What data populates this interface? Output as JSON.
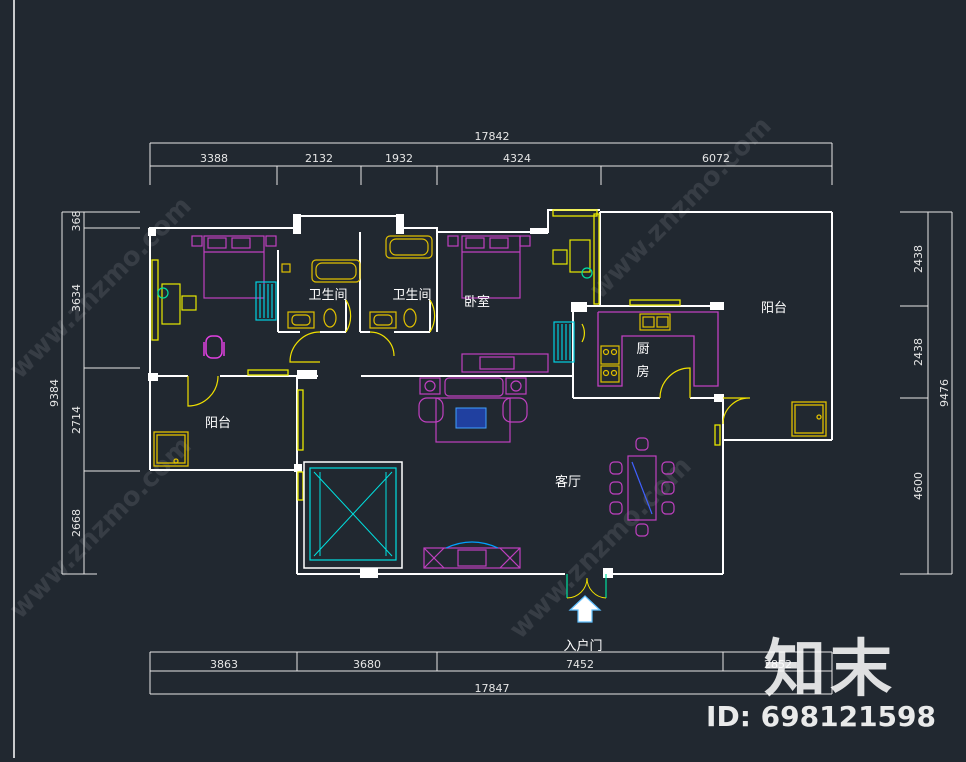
{
  "colors": {
    "background": "#212830",
    "wall": "#ffffff",
    "window": "#e8e800",
    "door": "#f0e000",
    "furniture_bed": "#c040c0",
    "fixture_bath": "#e0c000",
    "cyan_item": "#00e0e0",
    "dimension": "#e6e6e6"
  },
  "dimensions": {
    "top_total": "17842",
    "top_segments": [
      "3388",
      "2132",
      "1932",
      "4324",
      "6072"
    ],
    "bottom_segments": [
      "3863",
      "3680",
      "7452",
      "2852"
    ],
    "bottom_total": "17847",
    "left_segments": [
      "368",
      "3634",
      "2714",
      "2668"
    ],
    "left_total": "9384",
    "right_segments": [
      "2438",
      "2438",
      "4600"
    ],
    "right_total": "9476"
  },
  "rooms": {
    "bathroom_1": "卫生间",
    "bathroom_2": "卫生间",
    "bedroom": "卧室",
    "kitchen_line1": "厨",
    "kitchen_line2": "房",
    "balcony_right": "阳台",
    "balcony_left": "阳台",
    "living_room": "客厅",
    "entrance": "入户门"
  },
  "watermark": {
    "logo": "知末",
    "id": "ID: 698121598",
    "repeat_text": "www.znzmo.com"
  }
}
